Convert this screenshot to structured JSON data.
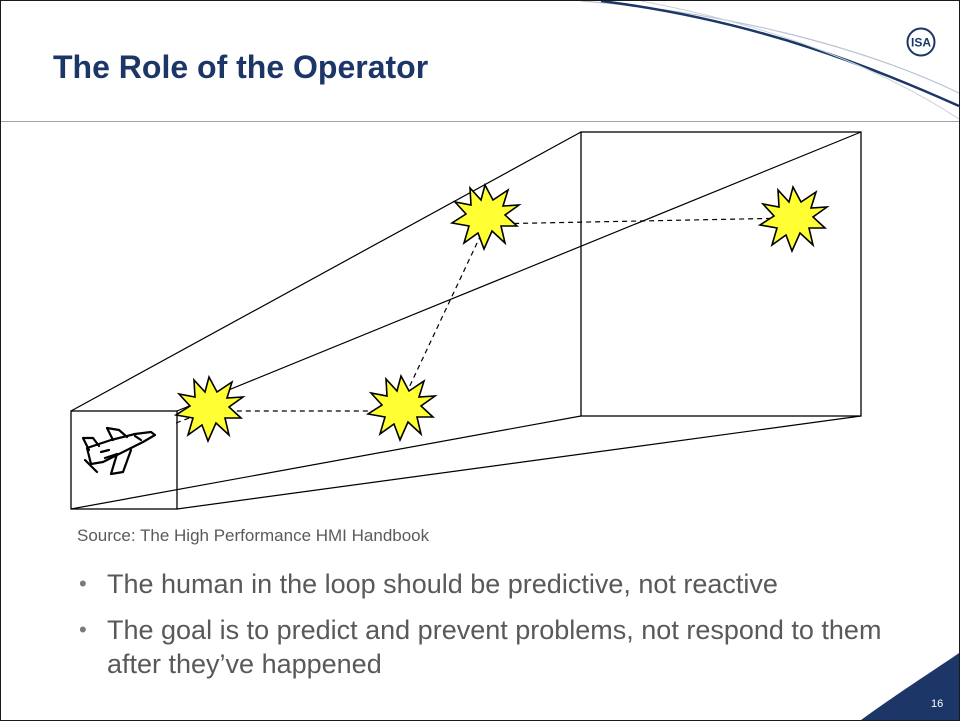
{
  "slide": {
    "title": "The Role of the Operator",
    "logo_text": "ISA",
    "source": "Source: The High Performance HMI Handbook",
    "bullets": [
      "The human in the loop should be predictive, not reactive",
      "The goal is to predict and prevent problems, not respond to them after they’ve happened"
    ],
    "page_number": "16"
  },
  "colors": {
    "title": "#1c3668",
    "body_text": "#595959",
    "accent_navy": "#1c3668",
    "starburst_fill": "#ffff33"
  },
  "figure": {
    "icons": [
      "jet-icon",
      "starburst-icon"
    ],
    "starburst_count": 4
  }
}
